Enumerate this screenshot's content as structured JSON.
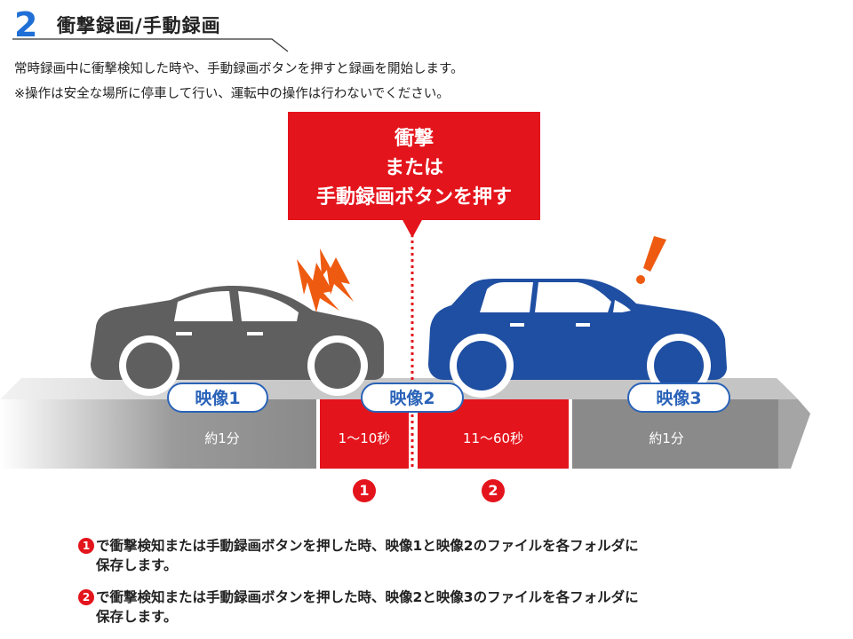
{
  "header": {
    "number": "2",
    "title": "衝撃録画/手動録画"
  },
  "intro": [
    "常時録画中に衝撃検知した時や、手動録画ボタンを押すと録画を開始します。",
    "※操作は安全な場所に停車して行い、運転中の操作は行わないでください。"
  ],
  "callout": {
    "lines": [
      "衝撃",
      "または",
      "手動録画ボタンを押す"
    ]
  },
  "videos": [
    "映像1",
    "映像2",
    "映像3"
  ],
  "segments": [
    "約1分",
    "1〜10秒",
    "11〜60秒",
    "約1分"
  ],
  "markers": [
    "1",
    "2"
  ],
  "notes": [
    {
      "num": "1",
      "line1": "で衝撃検知または手動録画ボタンを押した時、映像1と映像2のファイルを各フォルダに",
      "line2": "保存します。"
    },
    {
      "num": "2",
      "line1": "で衝撃検知または手動録画ボタンを押した時、映像2と映像3のファイルを各フォルダに",
      "line2": "保存します。"
    }
  ],
  "colors": {
    "accent_red": "#e4141c",
    "brand_blue": "#1f6fd6",
    "car_gray": "#5f5f5f",
    "car_blue": "#1f4fa2",
    "timeline_gray": "#8a8a8a"
  },
  "icons": {
    "impact": "lightning-bolt-icon",
    "alert": "exclamation-icon"
  }
}
